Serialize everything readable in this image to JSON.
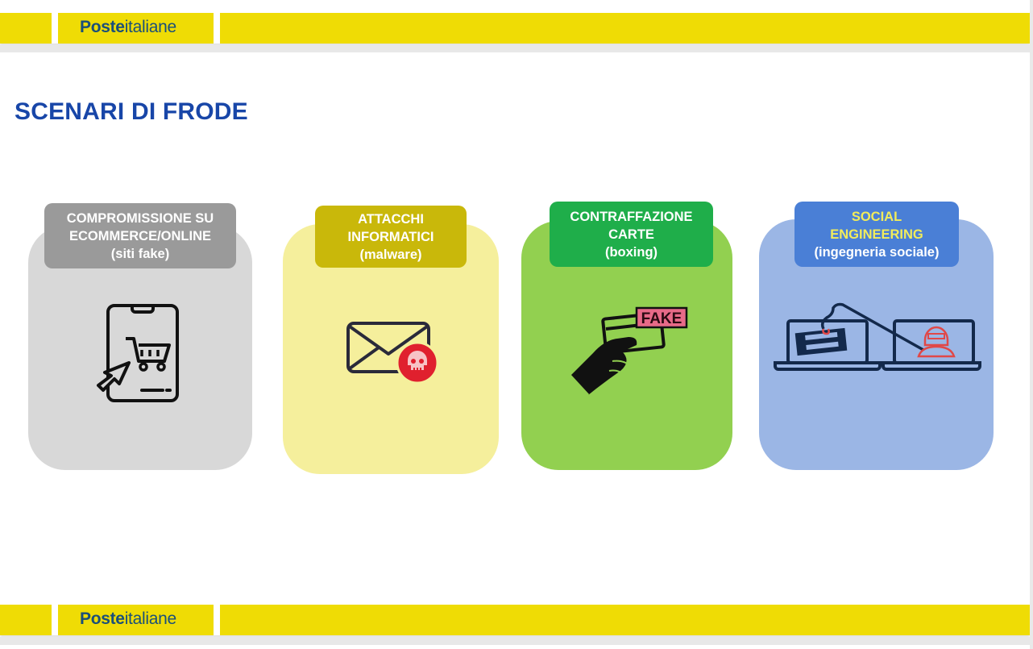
{
  "header": {
    "logo": {
      "bold": "Poste",
      "light": "italiane"
    },
    "bar_color": "#efdc05",
    "logo_color": "#1a4f7a"
  },
  "slide": {
    "title": "SCENARI DI FRODE",
    "title_color": "#1846a8"
  },
  "cards": [
    {
      "id": "ecommerce",
      "label_lines": [
        "COMPROMISSIONE SU",
        "ECOMMERCE/ONLINE",
        "(siti fake)"
      ],
      "label_bg": "#9a9a9a",
      "label_text_color": "#ffffff",
      "card_bg": "#d8d8d8",
      "icon": "smartphone-shopping-cart-cursor-icon"
    },
    {
      "id": "malware",
      "label_lines": [
        "ATTACCHI",
        "INFORMATICI",
        "(malware)"
      ],
      "label_bg": "#c9b80a",
      "label_text_color": "#ffffff",
      "card_bg": "#f5ef9c",
      "icon": "email-skull-icon"
    },
    {
      "id": "boxing",
      "label_lines": [
        "CONTRAFFAZIONE",
        "CARTE",
        "(boxing)"
      ],
      "label_bg": "#1fae4a",
      "label_text_color": "#ffffff",
      "card_bg": "#92d050",
      "icon": "hand-fake-card-icon",
      "icon_badge": "FAKE"
    },
    {
      "id": "social",
      "label_lines": [
        "SOCIAL",
        "ENGINEERING",
        "(ingegneria sociale)"
      ],
      "label_bg": "#4a7fd6",
      "label_text_color_main": "#f2ec5a",
      "label_text_color_sub": "#ffffff",
      "card_bg": "#9bb6e5",
      "icon": "phishing-laptops-hacker-icon"
    }
  ],
  "footer": {
    "logo": {
      "bold": "Poste",
      "light": "italiane"
    }
  }
}
